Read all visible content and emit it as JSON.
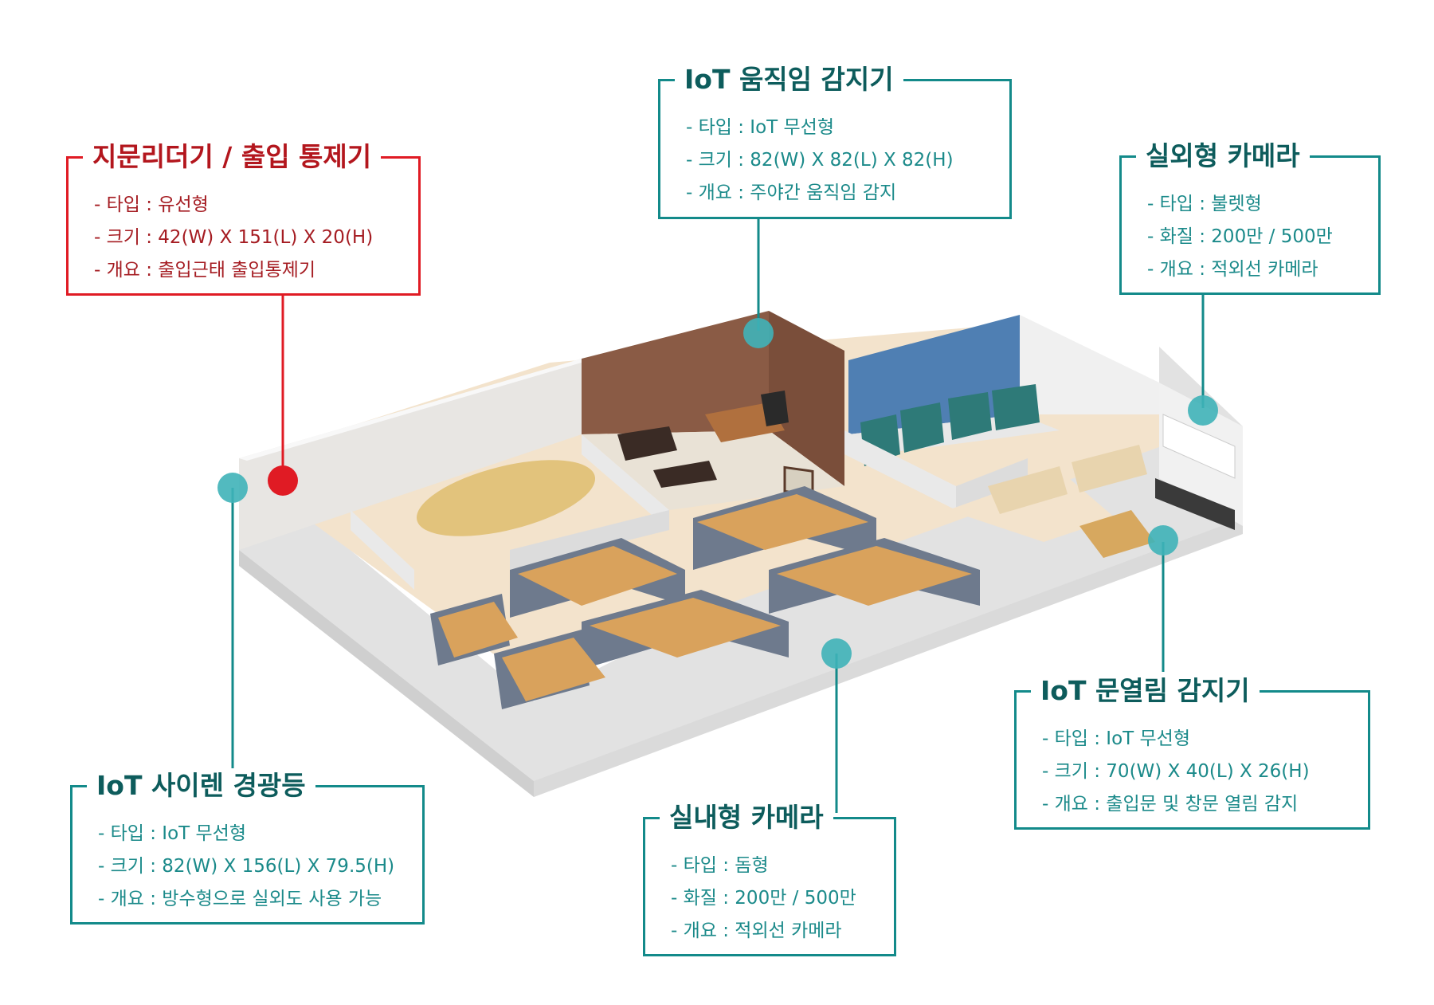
{
  "callouts": {
    "fingerprint": {
      "title": "지문리더기 / 출입 통제기",
      "lines": [
        "- 타입 : 유선형",
        "- 크기 : 42(W) X 151(L) X 20(H)",
        "- 개요 : 출입근태 출입통제기"
      ]
    },
    "motion": {
      "title": "IoT 움직임 감지기",
      "lines": [
        "- 타입 : IoT 무선형",
        "- 크기 : 82(W) X 82(L) X 82(H)",
        "- 개요 : 주야간 움직임 감지"
      ]
    },
    "outdoor_camera": {
      "title": "실외형 카메라",
      "lines": [
        "- 타입 : 불렛형",
        "- 화질 : 200만 / 500만",
        "- 개요 : 적외선 카메라"
      ]
    },
    "door_sensor": {
      "title": "IoT 문열림 감지기",
      "lines": [
        "- 타입 : IoT 무선형",
        "- 크기 : 70(W) X 40(L) X 26(H)",
        "- 개요 : 출입문 및 창문 열림 감지"
      ]
    },
    "indoor_camera": {
      "title": "실내형 카메라",
      "lines": [
        "- 타입 : 돔형",
        "- 화질 : 200만 / 500만",
        "- 개요 : 적외선 카메라"
      ]
    },
    "siren": {
      "title": "IoT 사이렌 경광등",
      "lines": [
        "- 타입 : IoT 무선형",
        "- 크기 : 82(W) X 156(L) X 79.5(H)",
        "- 개요 : 방수형으로 실외도 사용 가능"
      ]
    }
  },
  "colors": {
    "teal": "#138a8a",
    "red": "#e01b24",
    "marker_teal": "#3fb3b8"
  }
}
